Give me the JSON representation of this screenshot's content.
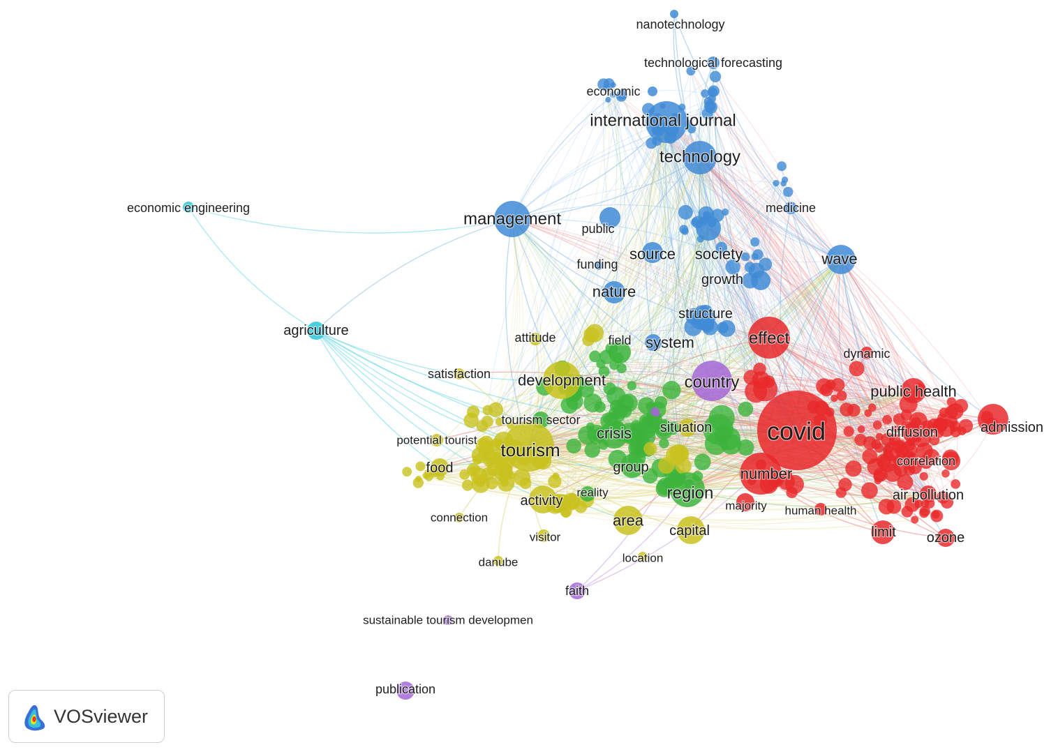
{
  "app": {
    "name": "VOSviewer",
    "logo_icon": "vosviewer-logo-icon"
  },
  "clusters": {
    "red": {
      "color": "#e8292b",
      "link": "#ef7f7c"
    },
    "green": {
      "color": "#3cb43c",
      "link": "#86c97a"
    },
    "blue": {
      "color": "#3f8bd6",
      "link": "#8cbcea"
    },
    "yellow": {
      "color": "#c8c21e",
      "link": "#ddd77c"
    },
    "purple": {
      "color": "#a567d6",
      "link": "#c9a0e6"
    },
    "cyan": {
      "color": "#2cc5d8",
      "link": "#6ad8e6"
    }
  },
  "labels": [
    {
      "text": "nanotechnology",
      "cluster": "blue"
    },
    {
      "text": "technological forecasting",
      "cluster": "blue"
    },
    {
      "text": "economic",
      "cluster": "blue"
    },
    {
      "text": "international journal",
      "cluster": "blue"
    },
    {
      "text": "technology",
      "cluster": "blue"
    },
    {
      "text": "economic engineering",
      "cluster": "cyan"
    },
    {
      "text": "management",
      "cluster": "blue"
    },
    {
      "text": "public",
      "cluster": "blue"
    },
    {
      "text": "medicine",
      "cluster": "blue"
    },
    {
      "text": "source",
      "cluster": "blue"
    },
    {
      "text": "society",
      "cluster": "blue"
    },
    {
      "text": "wave",
      "cluster": "blue"
    },
    {
      "text": "funding",
      "cluster": "blue"
    },
    {
      "text": "growth",
      "cluster": "blue"
    },
    {
      "text": "nature",
      "cluster": "blue"
    },
    {
      "text": "structure",
      "cluster": "blue"
    },
    {
      "text": "agriculture",
      "cluster": "cyan"
    },
    {
      "text": "attitude",
      "cluster": "yellow"
    },
    {
      "text": "field",
      "cluster": "green"
    },
    {
      "text": "system",
      "cluster": "blue"
    },
    {
      "text": "effect",
      "cluster": "red"
    },
    {
      "text": "dynamic",
      "cluster": "red"
    },
    {
      "text": "satisfaction",
      "cluster": "yellow"
    },
    {
      "text": "development",
      "cluster": "yellow"
    },
    {
      "text": "country",
      "cluster": "purple"
    },
    {
      "text": "public health",
      "cluster": "red"
    },
    {
      "text": "tourism sector",
      "cluster": "green"
    },
    {
      "text": "crisis",
      "cluster": "green"
    },
    {
      "text": "situation",
      "cluster": "yellow"
    },
    {
      "text": "covid",
      "cluster": "red"
    },
    {
      "text": "diffusion",
      "cluster": "red"
    },
    {
      "text": "admission",
      "cluster": "red"
    },
    {
      "text": "potential tourist",
      "cluster": "yellow"
    },
    {
      "text": "tourism",
      "cluster": "yellow"
    },
    {
      "text": "food",
      "cluster": "yellow"
    },
    {
      "text": "group",
      "cluster": "green"
    },
    {
      "text": "correlation",
      "cluster": "red"
    },
    {
      "text": "number",
      "cluster": "red"
    },
    {
      "text": "reality",
      "cluster": "green"
    },
    {
      "text": "region",
      "cluster": "green"
    },
    {
      "text": "activity",
      "cluster": "yellow"
    },
    {
      "text": "air pollution",
      "cluster": "red"
    },
    {
      "text": "majority",
      "cluster": "red"
    },
    {
      "text": "human health",
      "cluster": "red"
    },
    {
      "text": "connection",
      "cluster": "yellow"
    },
    {
      "text": "area",
      "cluster": "yellow"
    },
    {
      "text": "capital",
      "cluster": "yellow"
    },
    {
      "text": "limit",
      "cluster": "red"
    },
    {
      "text": "ozone",
      "cluster": "red"
    },
    {
      "text": "visitor",
      "cluster": "yellow"
    },
    {
      "text": "location",
      "cluster": "yellow"
    },
    {
      "text": "danube",
      "cluster": "yellow"
    },
    {
      "text": "faith",
      "cluster": "purple"
    },
    {
      "text": "sustainable tourism developmen",
      "cluster": "purple"
    },
    {
      "text": "publication",
      "cluster": "purple"
    }
  ]
}
